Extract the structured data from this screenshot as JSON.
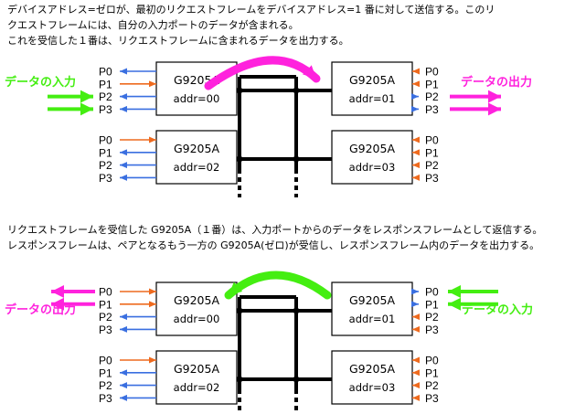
{
  "texts": {
    "top": [
      "デバイスアドレス=ゼロが、最初のリクエストフレームをデバイスアドレス=1 番に対して送信する。このリ",
      "クエストフレームには、自分の入力ポートのデータが含まれる。",
      "これを受信した１番は、リクエストフレームに含まれるデータを出力する。"
    ],
    "bottom": [
      "リクエストフレームを受信した G9205A（１番）は、入力ポートからのデータをレスポンスフレームとして返信する。",
      "レスポンスフレームは、ペアとなるもう一方の G9205A(ゼロ)が受信し、レスポンスフレーム内のデータを出力する。"
    ]
  },
  "chip_name": "G9205A",
  "ports": [
    "P0",
    "P1",
    "P2",
    "P3"
  ],
  "labels": {
    "input": "データの入力",
    "output": "データの出力"
  },
  "colors": {
    "input_port_arrow": "#ee6a1e",
    "output_port_arrow": "#3a6fe0",
    "input_flow": "#44ee11",
    "output_flow": "#ff22dd",
    "bus": "#000000"
  },
  "scenes": [
    {
      "chips": [
        {
          "addr": "addr=00",
          "side": "left",
          "row": "upper",
          "arrows": [
            "out",
            "in",
            "out",
            "out"
          ]
        },
        {
          "addr": "addr=01",
          "side": "right",
          "row": "upper",
          "arrows": [
            "in",
            "in",
            "out",
            "out"
          ]
        },
        {
          "addr": "addr=02",
          "side": "left",
          "row": "lower",
          "arrows": [
            "in",
            "out",
            "out",
            "out"
          ]
        },
        {
          "addr": "addr=03",
          "side": "right",
          "row": "lower",
          "arrows": [
            "in",
            "in",
            "in",
            "in"
          ]
        }
      ],
      "flow_arrow": {
        "color": "output_flow",
        "direction": "left-to-right"
      },
      "input_label": {
        "side": "left"
      },
      "output_label": {
        "side": "right"
      }
    },
    {
      "chips": [
        {
          "addr": "addr=00",
          "side": "left",
          "row": "upper",
          "arrows": [
            "in",
            "in",
            "out",
            "out"
          ]
        },
        {
          "addr": "addr=01",
          "side": "right",
          "row": "upper",
          "arrows": [
            "out",
            "out",
            "in",
            "in"
          ]
        },
        {
          "addr": "addr=02",
          "side": "left",
          "row": "lower",
          "arrows": [
            "in",
            "out",
            "out",
            "out"
          ]
        },
        {
          "addr": "addr=03",
          "side": "right",
          "row": "lower",
          "arrows": [
            "in",
            "in",
            "in",
            "in"
          ]
        }
      ],
      "flow_arrow": {
        "color": "input_flow",
        "direction": "right-to-left"
      },
      "input_label": {
        "side": "right"
      },
      "output_label": {
        "side": "left"
      }
    }
  ]
}
